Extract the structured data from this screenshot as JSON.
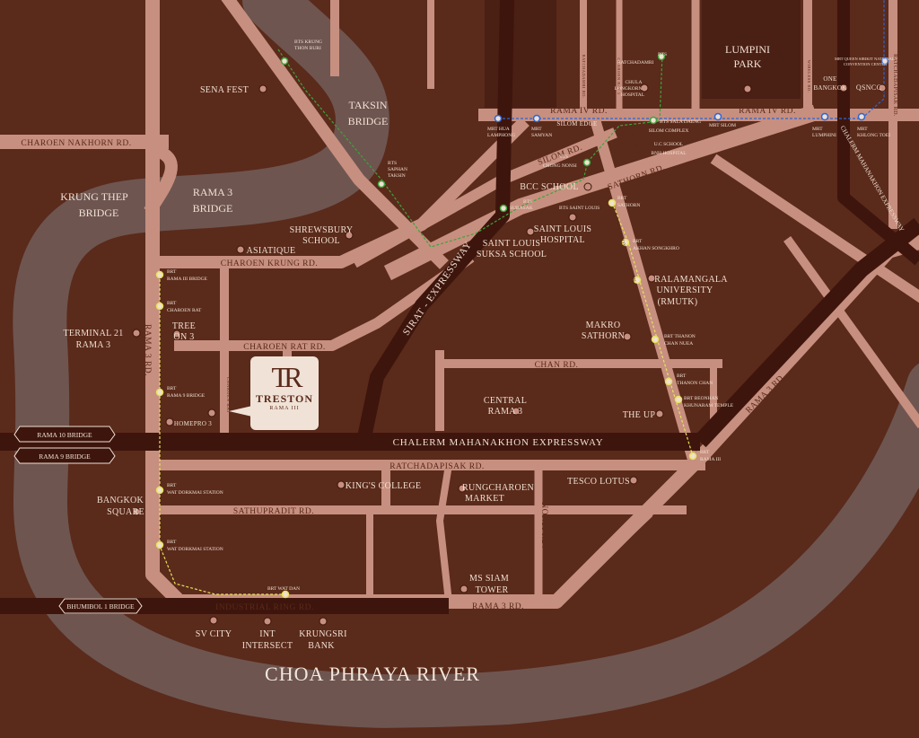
{
  "colors": {
    "background": "#5a2a1b",
    "land_dark": "#4a1f14",
    "river": "#6e5550",
    "road": "#c78f7f",
    "expressway": "#3d150c",
    "label": "#f0e0d2",
    "bts_line": "#3aa53a",
    "mrt_line": "#2a66d8",
    "brt_line": "#e5e25a"
  },
  "river_label": "CHOA PHRAYA RIVER",
  "project": {
    "logo": "TR",
    "name": "TRESTON",
    "sub": "RAMA III"
  },
  "roads": [
    "CHAROEN NAKHORN RD.",
    "RAMA IV RD.",
    "RAMA IV RD.",
    "SILOM RD.",
    "SATHORN RD.",
    "CHAROEN KRUNG RD.",
    "CHAROEN RAT RD.",
    "CHAN RD.",
    "RAMA 3 RD.",
    "RAMA 3 RD.",
    "RAMA 3 RD.",
    "RATCHADAPISAK RD.",
    "SATHUPRADIT RD.",
    "INDUSTRIAL RING RD.",
    "YANNAWA RD.",
    "NONSI RD.",
    "CHAROEN RAT",
    "CHALERM MAHANAKHON EXPRESSWAY",
    "SIRAT - EXPRESSWAY",
    "CHALERM MAHANAKHON EXPRESSWAY",
    "NARATHIWAS RATCHANAKHARIN RD.",
    "RATCHADAMRI RD.",
    "WIRELESS RD.",
    "RATCHADAPISAK RD.",
    "CHAROEN RAT 1",
    "CONVENT RD."
  ],
  "bridges": [
    "RAMA 10 BRIDGE",
    "RAMA 9 BRIDGE",
    "BHUMIBOL 1 BRIDGE"
  ],
  "big_labels": [
    "TAKSIN",
    "BRIDGE",
    "KRUNG THEP",
    "BRIDGE",
    "RAMA 3",
    "BRIDGE",
    "LUMPINI",
    "PARK"
  ],
  "landmarks": [
    "SENA FEST",
    "ASIATIQUE",
    "SHREWSBURY",
    "SCHOOL",
    "TERMINAL 21",
    "RAMA 3",
    "TREE",
    "ON 3",
    "HOMEPRO 3",
    "BCC SCHOOL",
    "SAINT LOUIS",
    "HOSPITAL",
    "SAINT LOUIS",
    "SUKSA SCHOOL",
    "RALAMANGALA",
    "UNIVERSITY",
    "(RMUTK)",
    "MAKRO",
    "SATHORN",
    "CENTRAL",
    "RAMA 3",
    "THE UP",
    "KING'S COLLEGE",
    "RUNGCHAROEN",
    "MARKET",
    "TESCO LOTUS",
    "BANGKOK",
    "SQUARE",
    "MS SIAM",
    "TOWER",
    "SV CITY",
    "INT",
    "INTERSECT",
    "KRUNGSRI",
    "BANK",
    "ONE",
    "BANGKOK",
    "QSNCC",
    "CHULA",
    "LONGKORN",
    "HOSPITAL",
    "SILOM EDGE",
    "U.C SCHOOL",
    "BNH HOSPITAL",
    "SILOM COMPLEX"
  ],
  "stations": [
    "BTS KRUNG",
    "THON BURI",
    "BTS",
    "SAPHAN",
    "TAKSIN",
    "BTS",
    "CHONG NONSI",
    "BTS",
    "SURASAK",
    "BTS SAINT LOUIS",
    "BTS",
    "RATCHADAMRI",
    "BTS SALA DAENG",
    "MRT HUA",
    "LAMPHONG",
    "MRT",
    "SAMYAN",
    "MRT SILOM",
    "MRT",
    "LUMPHINI",
    "MRT",
    "KHLONG TOEI",
    "MRT QUEEN SIRIKIT NATIONAL",
    "CONVENTION CENTER",
    "BRT",
    "SATHORN",
    "BRT",
    "AKHAN SONGKHRO",
    "BRT THANON",
    "CHAN NUEA",
    "BRT",
    "THANON CHAN",
    "BRT BEONHAN",
    "KHUNARAM TEMPLE",
    "BRT",
    "RAMA III",
    "BRT",
    "RAMA III BRIDGE",
    "BRT",
    "CHAROEN RAT",
    "BRT",
    "RAMA 9 BRIDGE",
    "BRT",
    "WAT DORKMAI STATION",
    "BRT",
    "WAT DORKMAI STATION",
    "BRT WAT DAN"
  ]
}
